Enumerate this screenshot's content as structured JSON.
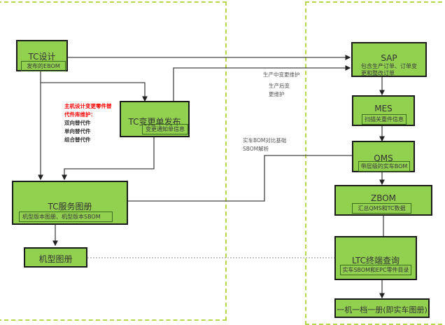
{
  "diagram": {
    "nodes": {
      "tc_design": {
        "title": "TC设计",
        "sub": "发布的EBOM"
      },
      "tc_change": {
        "title": "TC变更单发布",
        "sub": "变更通知单信息"
      },
      "tc_service": {
        "title": "TC服务图册",
        "sub": "机型版本图册、机型版本SBOM"
      },
      "model_album": {
        "title": "机型图册"
      },
      "sap": {
        "title": "SAP",
        "sub": "包含生产订单、订单变更和整改订单"
      },
      "mes": {
        "title": "MES",
        "sub": "扫描关重件信息"
      },
      "qms": {
        "title": "QMS",
        "sub": "带层级的实车BOM"
      },
      "zbom": {
        "title": "ZBOM",
        "sub": "汇总QMS和TC数据"
      },
      "ltc": {
        "title": "LTC终端查询",
        "sub": "实车SBOM和EPC零件目录"
      },
      "one_machine": {
        "title": "一机一档一册(即实车图册)"
      }
    },
    "notes": {
      "red": [
        "主机设计变更零件替",
        "代件库维护："
      ],
      "types": [
        "双向替代件",
        "单向替代件",
        "组合替代件"
      ],
      "production_change": "生产中变更维护",
      "after_production": [
        "生产后变",
        "更维护"
      ],
      "sbom_compare": [
        "实车BOM对比基础",
        "SBOM解析"
      ]
    },
    "colors": {
      "node_fill": "#92d050",
      "node_border": "#1a1a1a",
      "zone_border": "#b5d94a",
      "note_red": "#ff0000"
    }
  }
}
